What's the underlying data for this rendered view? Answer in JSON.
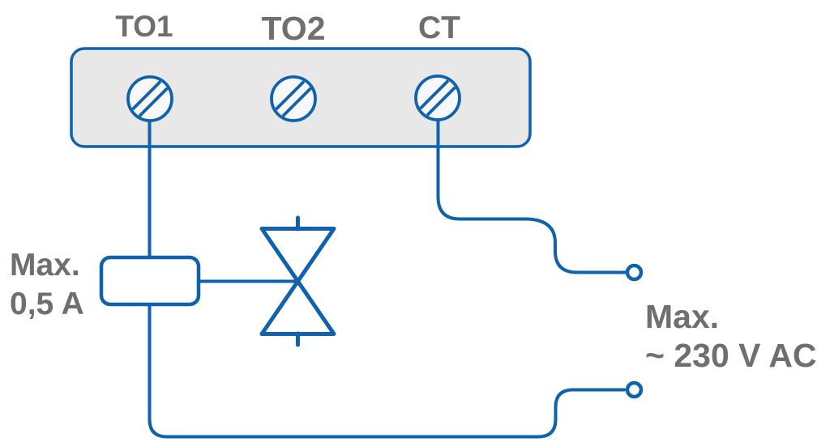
{
  "diagram": {
    "type": "wiring-connection-diagram",
    "colors": {
      "accent_blue": "#0f62ab",
      "label_gray": "#6f6f6f",
      "terminal_block_fill": "#e8e8e8",
      "terminal_screw_fill": "#f8f8f8",
      "relay_box_fill": "#ffffff",
      "background": "#ffffff"
    },
    "terminal_block": {
      "terminals": [
        {
          "label": "TO1"
        },
        {
          "label": "TO2"
        },
        {
          "label": "CT"
        }
      ]
    },
    "relay_rating": {
      "line1": "Max.",
      "line2": "0,5 A"
    },
    "mains_rating": {
      "line1": "Max.",
      "line2": "~ 230 V AC"
    }
  }
}
